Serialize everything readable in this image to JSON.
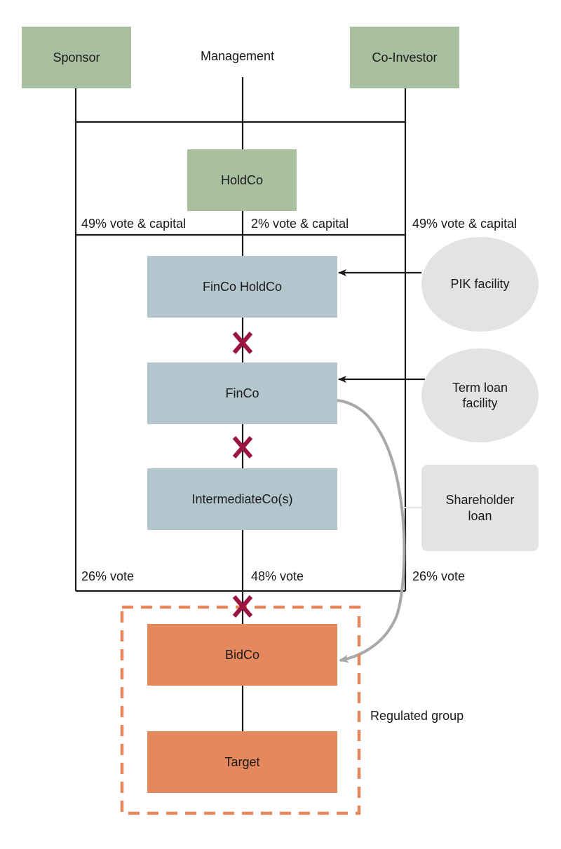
{
  "diagram": {
    "top": {
      "sponsor": "Sponsor",
      "management": "Management",
      "co_investor": "Co-Investor"
    },
    "holdco": "HoldCo",
    "holdco_stakes": {
      "sponsor": "49% vote & capital",
      "management": "2% vote & capital",
      "co_investor": "49% vote & capital"
    },
    "entities": {
      "finco_holdco": "FinCo HoldCo",
      "finco": "FinCo",
      "intermediate": "IntermediateCo(s)",
      "bidco": "BidCo",
      "target": "Target"
    },
    "facilities": {
      "pik": "PIK facility",
      "term_loan": "Term loan facility",
      "shareholder_loan": "Shareholder loan"
    },
    "bidco_votes": {
      "sponsor": "26% vote",
      "management": "48% vote",
      "co_investor": "26% vote"
    },
    "regulated_group": "Regulated group",
    "colors": {
      "equity": "#a8bfa0",
      "finance": "#b3c6cd",
      "regulated": "#e6885e",
      "facility": "#e3e3e3",
      "block_mark": "#9b1540"
    }
  }
}
